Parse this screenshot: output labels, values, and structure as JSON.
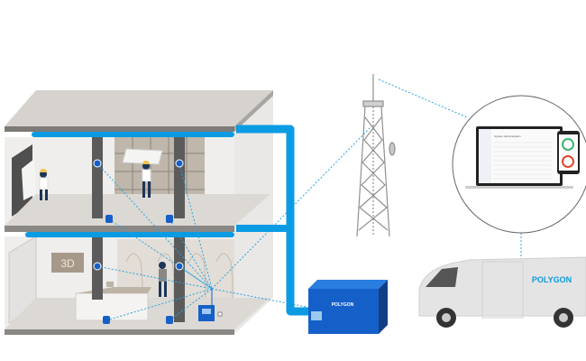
{
  "building": {
    "sign_label": "3D"
  },
  "dehumidifier_unit": {
    "brand": "POLYGON"
  },
  "monitor": {
    "screen_title": "System Administration"
  },
  "van": {
    "brand": "POLYGON"
  },
  "colors": {
    "brand_blue": "#0a9be3",
    "unit_blue": "#1560c8",
    "slab_gray": "#d6d3cf",
    "dark_gray": "#5b5b5b",
    "signal_dots": "#2aa4e0"
  }
}
